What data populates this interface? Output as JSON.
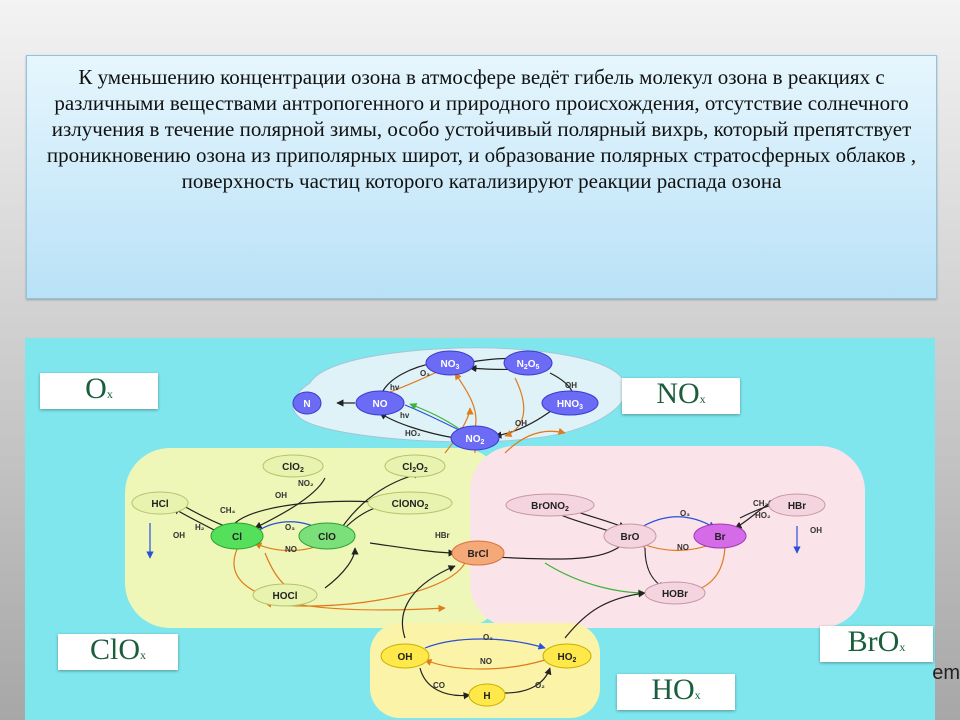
{
  "text": {
    "paragraph": "К уменьшению концентрации озона в атмосфере ведёт гибель молекул озона в реакциях с различными веществами антропогенного и природного происхождения, отсутствие солнечного излучения в течение полярной зимы, особо устойчивый полярный вихрь, который препятствует проникновению озона из приполярных широт, и образование полярных стратосферных облаков , поверхность частиц которого катализируют реакции распада озона"
  },
  "diagram": {
    "family_labels": {
      "ox": {
        "main": "O",
        "sub": "x"
      },
      "nox": {
        "main": "NO",
        "sub": "x"
      },
      "clox": {
        "main": "ClO",
        "sub": "x"
      },
      "brox": {
        "main": "BrO",
        "sub": "x"
      },
      "hox": {
        "main": "HO",
        "sub": "x"
      }
    },
    "nodes": {
      "no3": {
        "main": "NO",
        "sub": "3"
      },
      "n2o5": {
        "main": "N",
        "sub": "2",
        "main2": "O",
        "sub2": "5"
      },
      "n": {
        "main": "N"
      },
      "no": {
        "main": "NO"
      },
      "hno3": {
        "main": "HNO",
        "sub": "3"
      },
      "no2": {
        "main": "NO",
        "sub": "2"
      },
      "clo2": {
        "main": "ClO",
        "sub": "2"
      },
      "cl2o2": {
        "main": "Cl",
        "sub": "2",
        "main2": "O",
        "sub2": "2"
      },
      "hcl": {
        "main": "HCl"
      },
      "clono2": {
        "main": "ClONO",
        "sub": "2"
      },
      "cl": {
        "main": "Cl"
      },
      "clo": {
        "main": "ClO"
      },
      "brcl": {
        "main": "BrCl"
      },
      "hocl": {
        "main": "HOCl"
      },
      "brono2": {
        "main": "BrONO",
        "sub": "2"
      },
      "bro": {
        "main": "BrO"
      },
      "br": {
        "main": "Br"
      },
      "hbr": {
        "main": "HBr"
      },
      "hobr": {
        "main": "HOBr"
      },
      "oh": {
        "main": "OH"
      },
      "ho2": {
        "main": "HO",
        "sub": "2"
      },
      "h": {
        "main": "H"
      }
    },
    "region_colors": {
      "nox": "#dff2f8",
      "clox": "#eef6b8",
      "brox": "#fbe3ea",
      "hox": "#fbf3a8",
      "background": "#7fe6ee"
    },
    "node_colors": {
      "blue": "#6b6bf5",
      "cl": "#54e05a",
      "clo": "#7ce07a",
      "brcl": "#f5a878",
      "br": "#d66be8",
      "oh": "#ffe84a"
    }
  },
  "edge_text": "em"
}
